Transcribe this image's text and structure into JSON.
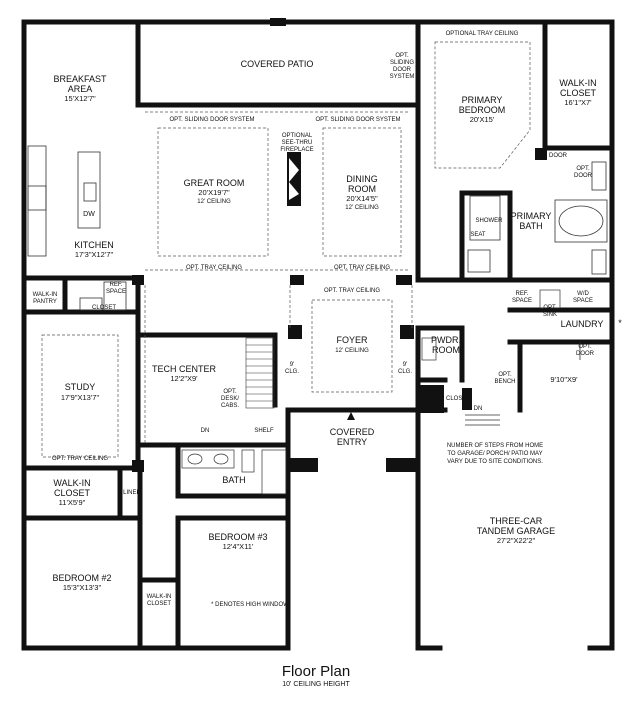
{
  "footer": {
    "title": "Floor Plan",
    "subtitle": "10' CEILING HEIGHT"
  },
  "rooms": {
    "covered_patio": "COVERED PATIO",
    "breakfast": "BREAKFAST",
    "area": "AREA",
    "breakfast_dim": "15'X12'7\"",
    "kitchen": "KITCHEN",
    "kitchen_dim": "17'3\"X12'7\"",
    "dw": "DW",
    "primary_bedroom": "PRIMARY",
    "bedroom_word": "BEDROOM",
    "primary_bedroom_dim": "20'X15'",
    "walkin": "WALK-IN",
    "closet": "CLOSET",
    "primary_closet_dim": "16'1\"X7'",
    "great_room": "GREAT ROOM",
    "great_room_dim": "20'X19'7\"",
    "great_room_ceiling": "12' CEILING",
    "dining": "DINING",
    "room_word": "ROOM",
    "dining_dim": "20'X14'5\"",
    "dining_ceiling": "12' CEILING",
    "primary_bath_1": "PRIMARY",
    "primary_bath_2": "BATH",
    "shower": "SHOWER",
    "seat": "SEAT",
    "walkin_pantry_1": "WALK-IN",
    "walkin_pantry_2": "PANTRY",
    "ref_space_1": "REF.",
    "ref_space_2": "SPACE",
    "closet_kitchen": "CLOSET",
    "foyer": "FOYER",
    "foyer_ceiling": "12' CEILING",
    "pwdr_1": "PWDR.",
    "pwdr_2": "ROOM",
    "laundry": "LAUNDRY",
    "wd_1": "W/D",
    "wd_2": "SPACE",
    "ref2_1": "REF.",
    "ref2_2": "SPACE",
    "opt_sink_1": "OPT.",
    "opt_sink_2": "SINK",
    "study": "STUDY",
    "study_dim": "17'9\"X13'7\"",
    "tech_center": "TECH CENTER",
    "tech_dim": "12'2\"X9'",
    "opt_desk_1": "OPT.",
    "opt_desk_2": "DESK/",
    "opt_desk_3": "CABS.",
    "shelf": "SHELF",
    "dn": "DN",
    "covered_entry_1": "COVERED",
    "covered_entry_2": "ENTRY",
    "clg_left_1": "9'",
    "clg_left_2": "CLG.",
    "clg_right_1": "9'",
    "clg_right_2": "CLG.",
    "opt_bench_1": "OPT.",
    "opt_bench_2": "BENCH",
    "closet_pw": "CLOSET",
    "dn2": "DN",
    "garage_room_dim": "9'10\"X9'",
    "opt_door_lr_1": "OPT.",
    "opt_door_lr_2": "DOOR",
    "steps_note_1": "NUMBER OF STEPS FROM HOME",
    "steps_note_2": "TO GARAGE/ PORCH/ PATIO MAY",
    "steps_note_3": "VARY DUE TO SITE CONDITIONS.",
    "garage_1": "THREE-CAR",
    "garage_2": "TANDEM GARAGE",
    "garage_dim": "27'2\"X22'2\"",
    "walkin_closet2_1": "WALK-IN",
    "walkin_closet2_2": "CLOSET",
    "walkin_closet2_dim": "11'X5'9\"",
    "linen": "LINEN",
    "bath": "BATH",
    "bedroom3": "BEDROOM #3",
    "bedroom3_dim": "12'4\"X11'",
    "bedroom2": "BEDROOM #2",
    "bedroom2_dim": "15'3\"X13'3\"",
    "walkin_closet3_1": "WALK-IN",
    "walkin_closet3_2": "CLOSET",
    "high_window_note": "* DENOTES HIGH WINDOW",
    "laundry_star": "*"
  },
  "notes": {
    "optional_tray_top": "OPTIONAL TRAY CEILING",
    "opt_sliding_1": "OPT.",
    "opt_sliding_2": "SLIDING",
    "opt_sliding_3": "DOOR",
    "opt_sliding_4": "SYSTEM",
    "opt_sliding_left": "OPT. SLIDING DOOR SYSTEM",
    "opt_sliding_right": "OPT. SLIDING DOOR SYSTEM",
    "fireplace_1": "OPTIONAL",
    "fireplace_2": "SEE-THRU",
    "fireplace_3": "FIREPLACE",
    "opt_tray_great": "OPT. TRAY CEILING",
    "opt_tray_dining": "OPT. TRAY CEILING",
    "opt_tray_foyer": "OPT. TRAY CEILING",
    "opt_tray_study": "OPT. TRAY CEILING",
    "opt_door_a_1": "OPT.",
    "opt_door_a_2": "DOOR",
    "opt_door_b_1": "OPT.",
    "opt_door_b_2": "DOOR"
  }
}
